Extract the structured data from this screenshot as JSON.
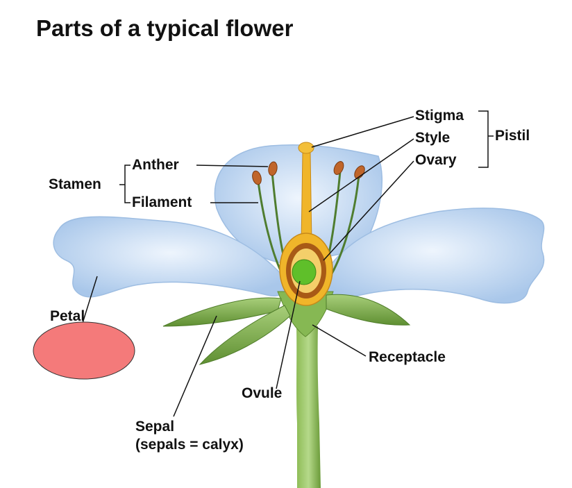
{
  "title": "Parts of a typical flower",
  "labels": {
    "stigma": "Stigma",
    "style": "Style",
    "ovary": "Ovary",
    "pistil": "Pistil",
    "anther": "Anther",
    "filament": "Filament",
    "stamen": "Stamen",
    "petal": "Petal",
    "receptacle": "Receptacle",
    "ovule": "Ovule",
    "sepal": "Sepal",
    "sepal_note": "(sepals = calyx)"
  },
  "colors": {
    "petal": "#b9d3ee",
    "petal_edge": "#8fb2d8",
    "sepal": "#7fae4a",
    "stem": "#6f9e3c",
    "pistil": "#f0b52a",
    "ovary_wall": "#a85a16",
    "ovule": "#5fbf2a",
    "anther": "#c0652a",
    "filament": "#4f7d2f",
    "overlay_ellipse": "#f47a7a"
  }
}
